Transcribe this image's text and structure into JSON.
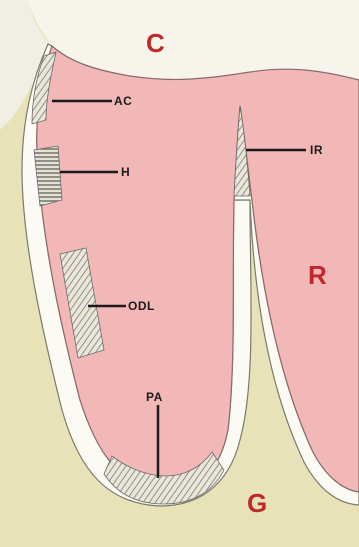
{
  "regions": {
    "crown": "C",
    "root": "R",
    "gingiva": "G"
  },
  "callouts": {
    "ac": "AC",
    "h": "H",
    "odl": "ODL",
    "pa": "PA",
    "ir": "IR"
  },
  "colors": {
    "background": "#ffffff",
    "bone": "#e8e2b8",
    "root": "#f2b8b8",
    "crown": "#f7f4ec",
    "ligament_fiber": "#777777",
    "region_label": "#c0282a",
    "callout_line": "#1b1b1b"
  }
}
